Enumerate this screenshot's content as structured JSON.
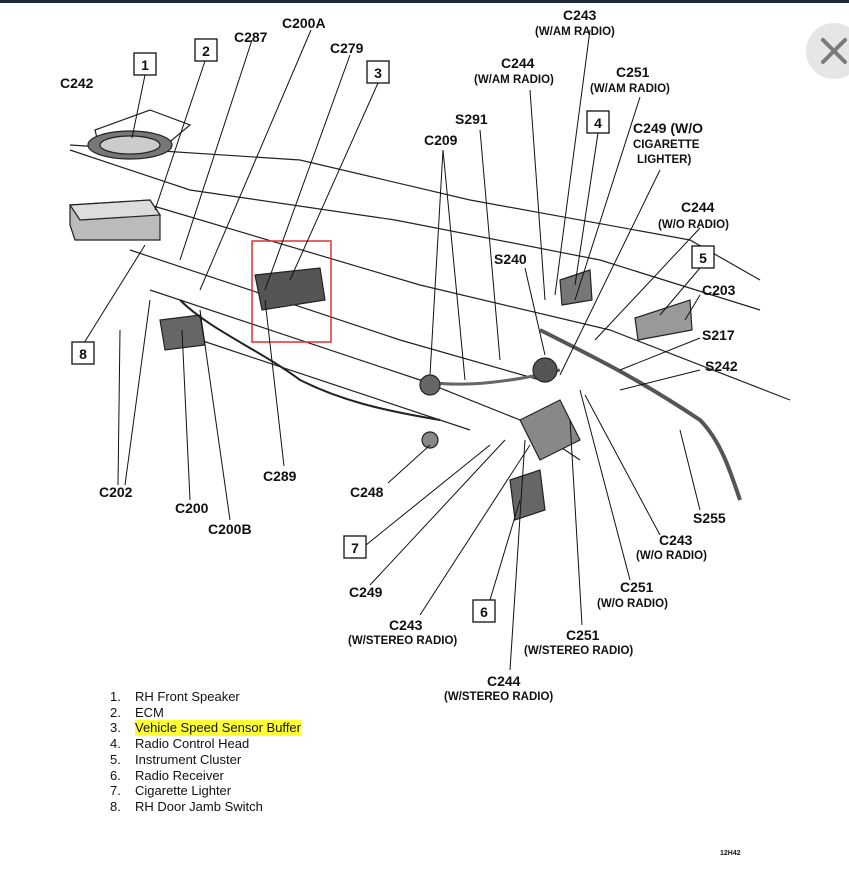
{
  "window": {
    "close_label": "close"
  },
  "diagram": {
    "callouts": [
      {
        "id": "callout-1",
        "text": "1"
      },
      {
        "id": "callout-2",
        "text": "2"
      },
      {
        "id": "callout-3",
        "text": "3"
      },
      {
        "id": "callout-4",
        "text": "4"
      },
      {
        "id": "callout-5",
        "text": "5"
      },
      {
        "id": "callout-6",
        "text": "6"
      },
      {
        "id": "callout-7",
        "text": "7"
      },
      {
        "id": "callout-8",
        "text": "8"
      }
    ],
    "connectors": [
      {
        "text": "C242"
      },
      {
        "text": "C287"
      },
      {
        "text": "C200A"
      },
      {
        "text": "C279"
      },
      {
        "text": "C243",
        "sub": "(W/AM RADIO)"
      },
      {
        "text": "C244",
        "sub": "(W/AM RADIO)"
      },
      {
        "text": "C251",
        "sub": "(W/AM RADIO)"
      },
      {
        "text": "S291"
      },
      {
        "text": "C209"
      },
      {
        "text": "C249  (W/O",
        "sub": "CIGARETTE",
        "sub2": "LIGHTER)"
      },
      {
        "text": "C244",
        "sub": "(W/O RADIO)"
      },
      {
        "text": "S240"
      },
      {
        "text": "C203"
      },
      {
        "text": "S217"
      },
      {
        "text": "S242"
      },
      {
        "text": "C289"
      },
      {
        "text": "C248"
      },
      {
        "text": "C202"
      },
      {
        "text": "C200"
      },
      {
        "text": "C200B"
      },
      {
        "text": "S255"
      },
      {
        "text": "C243",
        "sub": "(W/O RADIO)"
      },
      {
        "text": "C251",
        "sub": "(W/O RADIO)"
      },
      {
        "text": "C249"
      },
      {
        "text": "C243",
        "sub": "(W/STEREO RADIO)"
      },
      {
        "text": "C251",
        "sub": "(W/STEREO RADIO)"
      },
      {
        "text": "C244",
        "sub": "(W/STEREO RADIO)"
      }
    ]
  },
  "legend": [
    {
      "num": "1.",
      "text": "RH Front Speaker"
    },
    {
      "num": "2.",
      "text": "ECM"
    },
    {
      "num": "3.",
      "text": "Vehicle Speed Sensor Buffer"
    },
    {
      "num": "4.",
      "text": "Radio Control Head"
    },
    {
      "num": "5.",
      "text": "Instrument Cluster"
    },
    {
      "num": "6.",
      "text": "Radio Receiver"
    },
    {
      "num": "7.",
      "text": "Cigarette Lighter"
    },
    {
      "num": "8.",
      "text": "RH Door Jamb Switch"
    }
  ],
  "figure_code": "12H42",
  "colors": {
    "highlight": "#ffff33",
    "box": "#e03030",
    "ink": "#111111"
  }
}
